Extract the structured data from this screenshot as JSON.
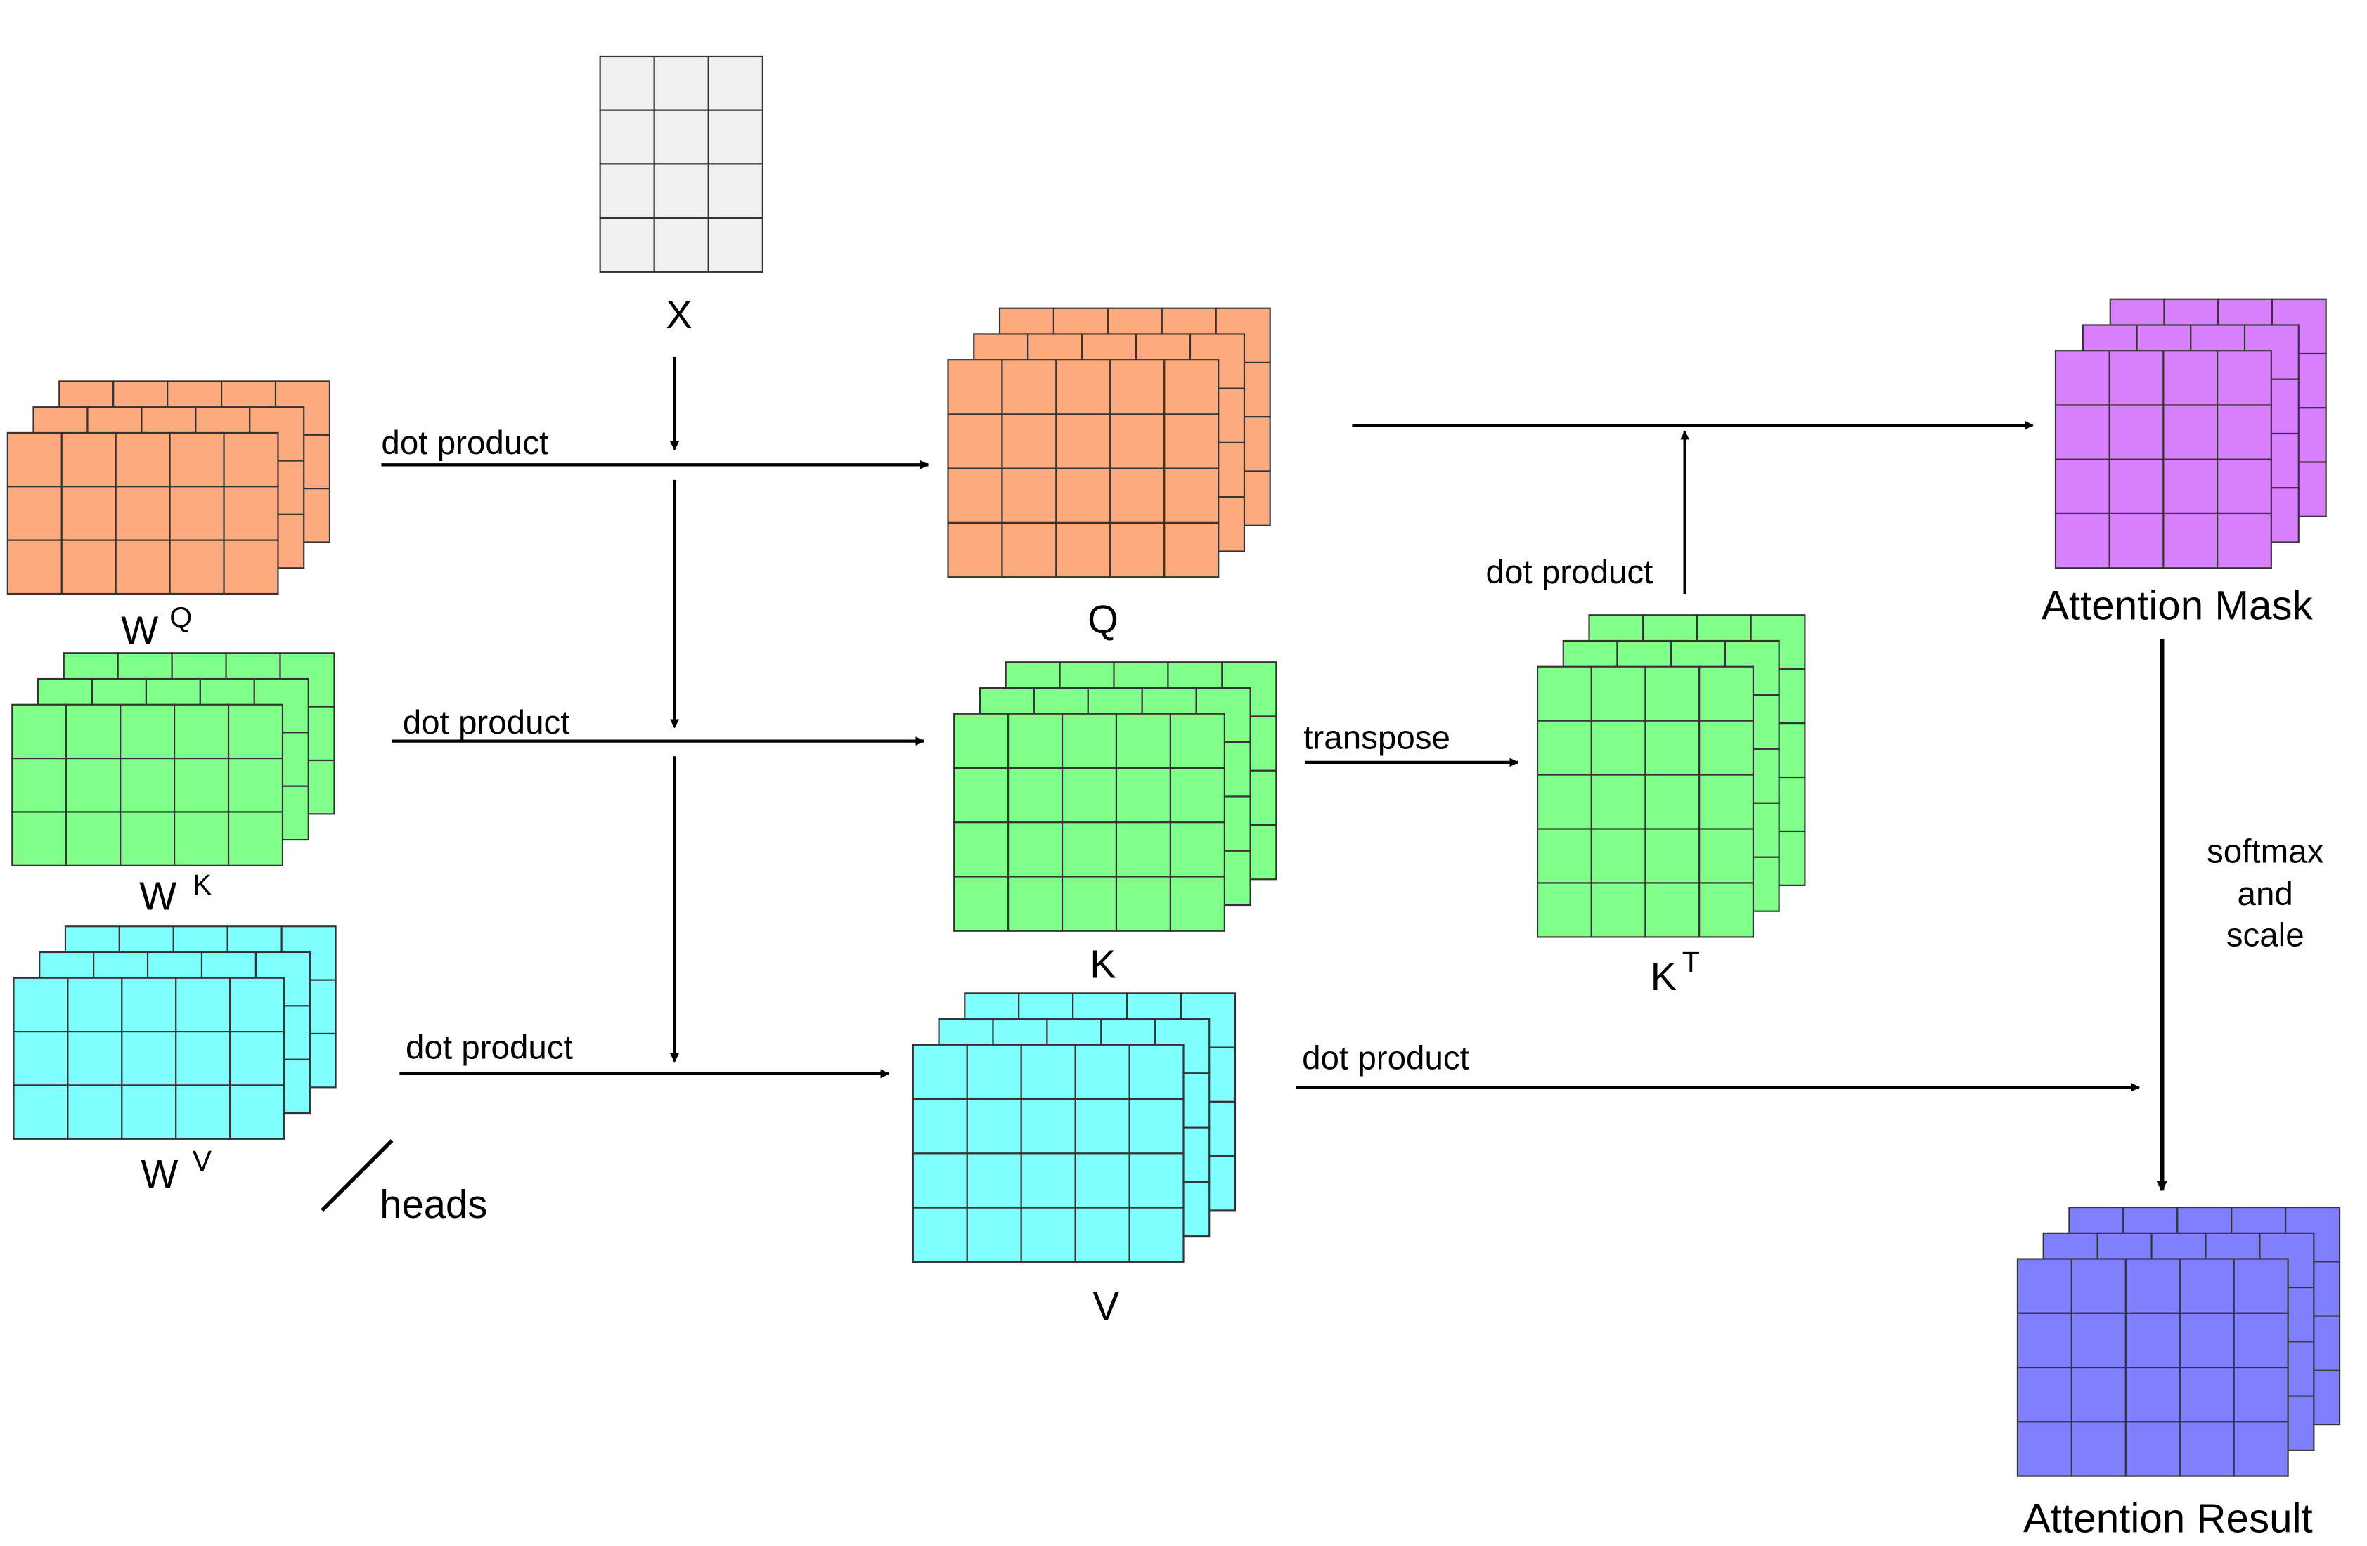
{
  "colors": {
    "input": "#f0f0f0",
    "query": "#fdab7e",
    "key": "#80ff8a",
    "value": "#80ffff",
    "mask": "#d980ff",
    "result": "#8080ff",
    "grid_line": "#333333",
    "arrow": "#000000"
  },
  "matrices": {
    "x": "X",
    "wq": {
      "base": "W",
      "sup": "Q"
    },
    "wk": {
      "base": "W",
      "sup": "K"
    },
    "wv": {
      "base": "W",
      "sup": "V"
    },
    "q": "Q",
    "k": "K",
    "v": "V",
    "kt": {
      "base": "K",
      "sup": "T"
    },
    "attention_mask": "Attention Mask",
    "attention_result": "Attention Result"
  },
  "edges": {
    "dot_product_wq": "dot product",
    "dot_product_wk": "dot product",
    "dot_product_wv": "dot product",
    "transpose": "transpose",
    "dot_product_qk": "dot product",
    "dot_product_v": "dot product",
    "softmax": [
      "softmax",
      "and",
      "scale"
    ]
  },
  "heads_label": "heads"
}
